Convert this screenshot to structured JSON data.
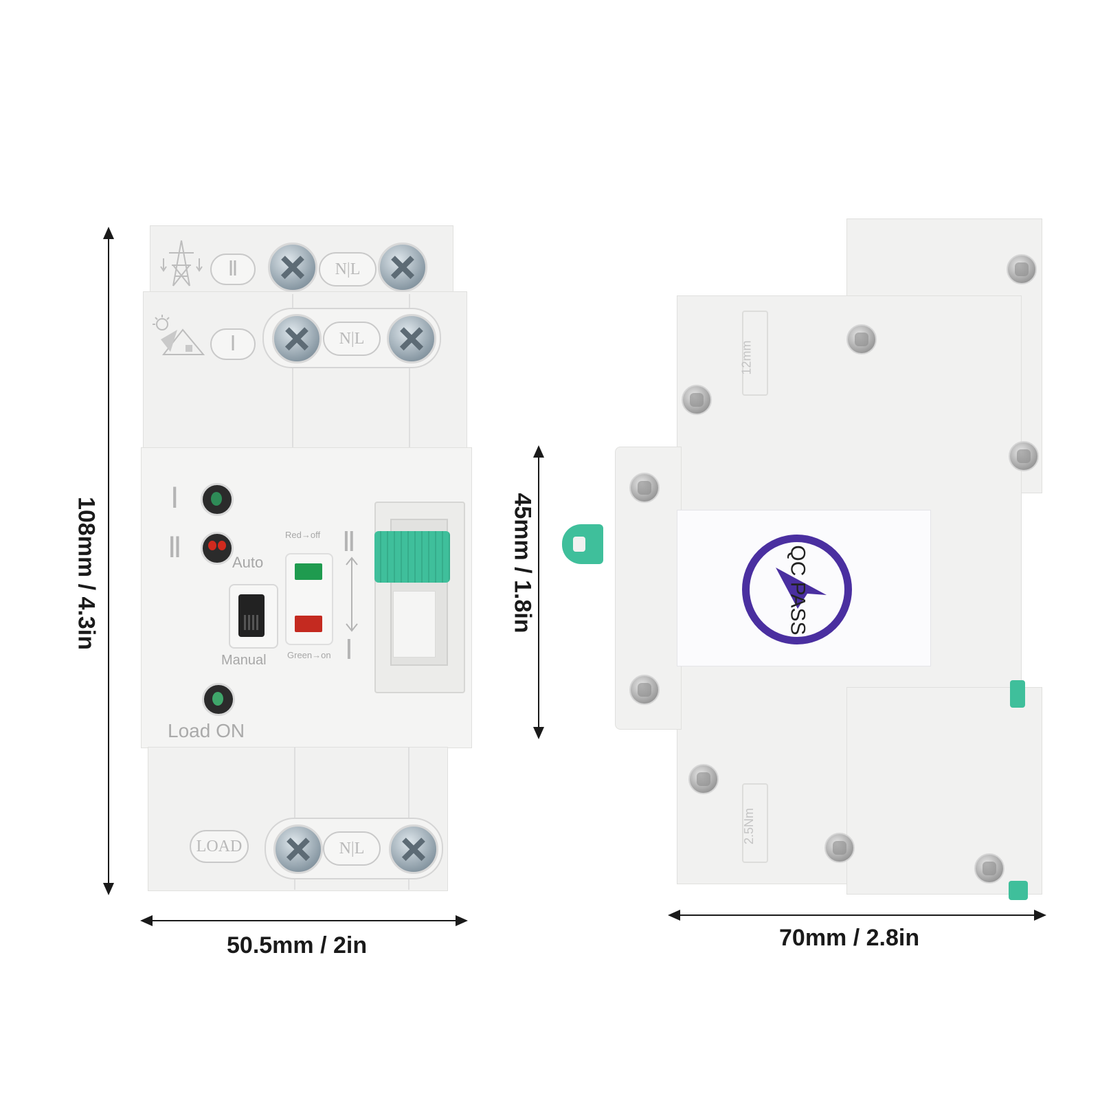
{
  "dimensions": {
    "height_label": "108mm / 4.3in",
    "width_label": "50.5mm / 2in",
    "depth_label": "45mm / 1.8in",
    "side_width_label": "70mm / 2.8in"
  },
  "front_panel": {
    "terminal_source_2": "Ⅱ",
    "terminal_source_1": "Ⅰ",
    "terminal_nl_top": "N|L",
    "terminal_nl_mid": "N|L",
    "terminal_nl_bottom": "N|L",
    "load_terminal": "LOAD",
    "indicator_1": "Ⅰ",
    "indicator_2": "Ⅱ",
    "auto_label": "Auto",
    "manual_label": "Manual",
    "red_off_label": "Red→off",
    "green_on_label": "Green→on",
    "switch_top": "Ⅱ",
    "switch_bottom": "Ⅰ",
    "load_on_label": "Load ON",
    "led_colors": {
      "source_1": "#2e8b57",
      "source_2": "#d02a1e",
      "load": "#3fa66a"
    },
    "window_colors": {
      "green": "#1f9b4f",
      "red": "#c42a20"
    },
    "handle_color": "#3fbf9b"
  },
  "side_panel": {
    "label_top": "12mm",
    "label_bottom": "2.5Nm",
    "stamp_text": "QC PASS",
    "stamp_color": "#4a2fa0",
    "handle_color": "#3fbf9b"
  }
}
